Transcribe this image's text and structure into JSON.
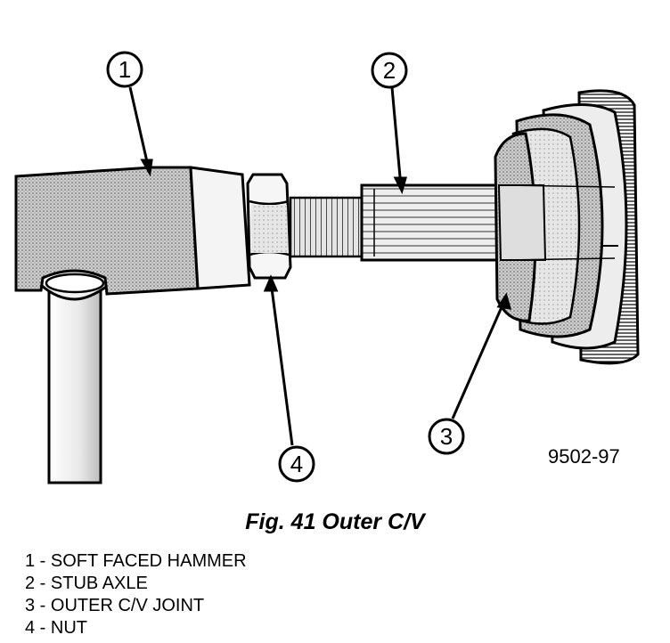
{
  "callouts": [
    {
      "number": "1",
      "target": "soft-faced-hammer"
    },
    {
      "number": "2",
      "target": "stub-axle"
    },
    {
      "number": "3",
      "target": "outer-cv-joint"
    },
    {
      "number": "4",
      "target": "nut"
    }
  ],
  "figure_code": "9502-97",
  "caption": "Fig. 41 Outer C/V",
  "legend": [
    {
      "text": "1 - SOFT FACED HAMMER"
    },
    {
      "text": "2 - STUB AXLE"
    },
    {
      "text": "3 - OUTER C/V JOINT"
    },
    {
      "text": "4 - NUT"
    }
  ]
}
